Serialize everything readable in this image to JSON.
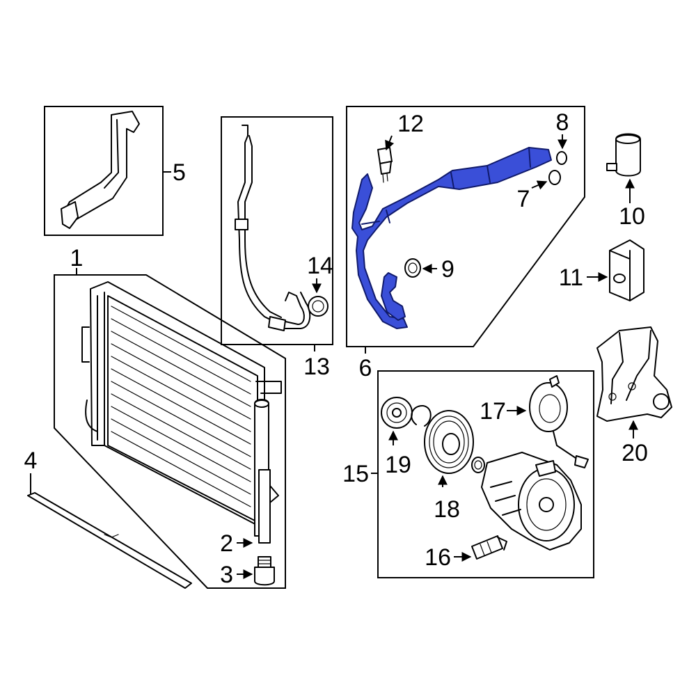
{
  "diagram": {
    "highlight_color": "#3a4fd8",
    "line_color": "#000000",
    "background": "#ffffff",
    "callouts": [
      {
        "id": "1",
        "label": "1"
      },
      {
        "id": "2",
        "label": "2"
      },
      {
        "id": "3",
        "label": "3"
      },
      {
        "id": "4",
        "label": "4"
      },
      {
        "id": "5",
        "label": "5"
      },
      {
        "id": "6",
        "label": "6"
      },
      {
        "id": "7",
        "label": "7"
      },
      {
        "id": "8",
        "label": "8"
      },
      {
        "id": "9",
        "label": "9"
      },
      {
        "id": "10",
        "label": "10"
      },
      {
        "id": "11",
        "label": "11"
      },
      {
        "id": "12",
        "label": "12"
      },
      {
        "id": "13",
        "label": "13"
      },
      {
        "id": "14",
        "label": "14"
      },
      {
        "id": "15",
        "label": "15"
      },
      {
        "id": "16",
        "label": "16"
      },
      {
        "id": "17",
        "label": "17"
      },
      {
        "id": "18",
        "label": "18"
      },
      {
        "id": "19",
        "label": "19"
      },
      {
        "id": "20",
        "label": "20"
      }
    ]
  }
}
